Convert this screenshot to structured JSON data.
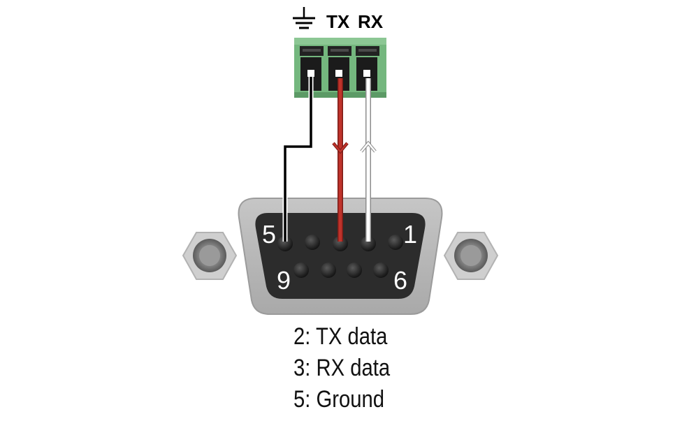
{
  "terminal_block": {
    "ground_symbol": "ground-icon",
    "tx_label": "TX",
    "rx_label": "RX",
    "block_color": "#74b77e"
  },
  "connector": {
    "type": "DB9",
    "pin_labels": {
      "top_left": "5",
      "top_right": "1",
      "bottom_left": "9",
      "bottom_right": "6"
    }
  },
  "wires": [
    {
      "name": "ground-wire",
      "color": "#000000",
      "pin": 5
    },
    {
      "name": "tx-wire",
      "color": "#c0332b",
      "pin": 3,
      "arrow": "down"
    },
    {
      "name": "rx-wire",
      "color": "#ffffff",
      "pin": 2,
      "arrow": "up"
    }
  ],
  "legend": [
    "2: TX data",
    "3: RX data",
    "5: Ground"
  ]
}
